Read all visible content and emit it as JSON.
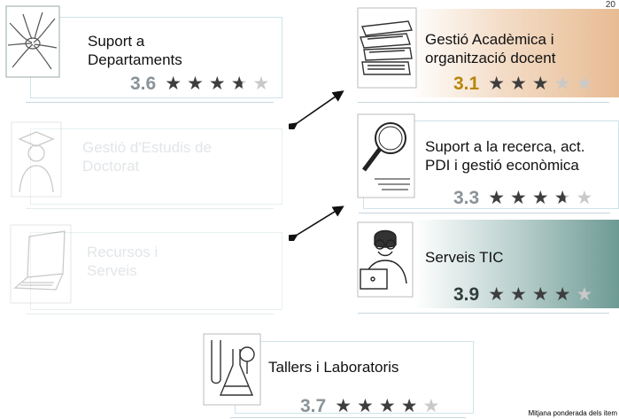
{
  "cards": {
    "departaments": {
      "title": [
        "Suport a",
        "Departaments"
      ],
      "score": "3.6",
      "stars": 3.5
    },
    "doctorat": {
      "title": [
        "Gestió d'Estudis de",
        "Doctorat"
      ]
    },
    "recursos": {
      "title": [
        "Recursos i",
        "Serveis"
      ]
    },
    "academica": {
      "title": [
        "Gestió Acadèmica i",
        "organització docent"
      ],
      "score": "3.1",
      "stars": 3
    },
    "recerca": {
      "title": [
        "Suport a la recerca, act.",
        "PDI i gestió econòmica"
      ],
      "score": "3.3",
      "stars": 3.5
    },
    "tic": {
      "title": [
        "Serveis TIC"
      ],
      "score": "3.9",
      "stars": 4
    },
    "tallers": {
      "title": [
        "Tallers i Laboratoris"
      ],
      "score": "3.7",
      "stars": 4
    }
  },
  "colors": {
    "academica_gradient": [
      "#ffffff",
      "#e7bc93"
    ],
    "academica_score": "#b8860b",
    "tic_gradient": [
      "#ffffff",
      "#6e9a95"
    ],
    "tic_score": "#2f3e3d",
    "score_default": "#8a9399",
    "star_filled": "#3e3e3e",
    "star_empty": "#c9c9c9"
  },
  "icons": {
    "departaments": "hands-together-icon",
    "doctorat": "graduate-icon",
    "recursos": "laptop-icon",
    "academica": "books-icon",
    "recerca": "magnifier-icon",
    "tic": "technician-icon",
    "tallers": "lab-flasks-icon"
  },
  "footnote": "Mitjana ponderada dels item",
  "corner": "20"
}
